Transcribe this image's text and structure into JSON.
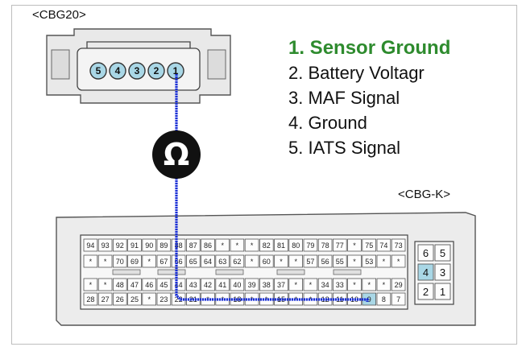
{
  "labels": {
    "cbg20": "<CBG20>",
    "cbgk": "<CBG-K>",
    "ohm_symbol": "Ω"
  },
  "legend": [
    {
      "text": "1. Sensor Ground",
      "highlight": true
    },
    {
      "text": "2. Battery Voltagr",
      "highlight": false
    },
    {
      "text": "3. MAF Signal",
      "highlight": false
    },
    {
      "text": "4. Ground",
      "highlight": false
    },
    {
      "text": "5. IATS Signal",
      "highlight": false
    }
  ],
  "cbg20_pins": [
    "5",
    "4",
    "3",
    "2",
    "1"
  ],
  "cbgk_rows": [
    [
      "94",
      "93",
      "92",
      "91",
      "90",
      "89",
      "88",
      "87",
      "86",
      "*",
      "*",
      "*",
      "82",
      "81",
      "80",
      "79",
      "78",
      "77",
      "*",
      "75",
      "74",
      "73"
    ],
    [
      "*",
      "*",
      "70",
      "69",
      "*",
      "67",
      "66",
      "65",
      "64",
      "63",
      "62",
      "*",
      "60",
      "*",
      "*",
      "57",
      "56",
      "55",
      "*",
      "53",
      "*",
      "*"
    ],
    [
      "*",
      "*",
      "48",
      "47",
      "46",
      "45",
      "44",
      "43",
      "42",
      "41",
      "40",
      "39",
      "38",
      "37",
      "*",
      "*",
      "34",
      "33",
      "*",
      "*",
      "*",
      "29"
    ],
    [
      "28",
      "27",
      "26",
      "25",
      "*",
      "23",
      "22",
      "21",
      "*",
      "*",
      "18",
      "*",
      "*",
      "15",
      "*",
      "*",
      "12",
      "11",
      "10",
      "9",
      "8",
      "7"
    ]
  ],
  "cbgk_right": [
    [
      "6",
      "5"
    ],
    [
      "4",
      "3"
    ],
    [
      "2",
      "1"
    ]
  ],
  "colors": {
    "highlight_text": "#2e8b2e",
    "wire": "#1a2fd6",
    "pin_fill": "#a9d7e6",
    "cell_highlight": "#a9d7e6"
  }
}
